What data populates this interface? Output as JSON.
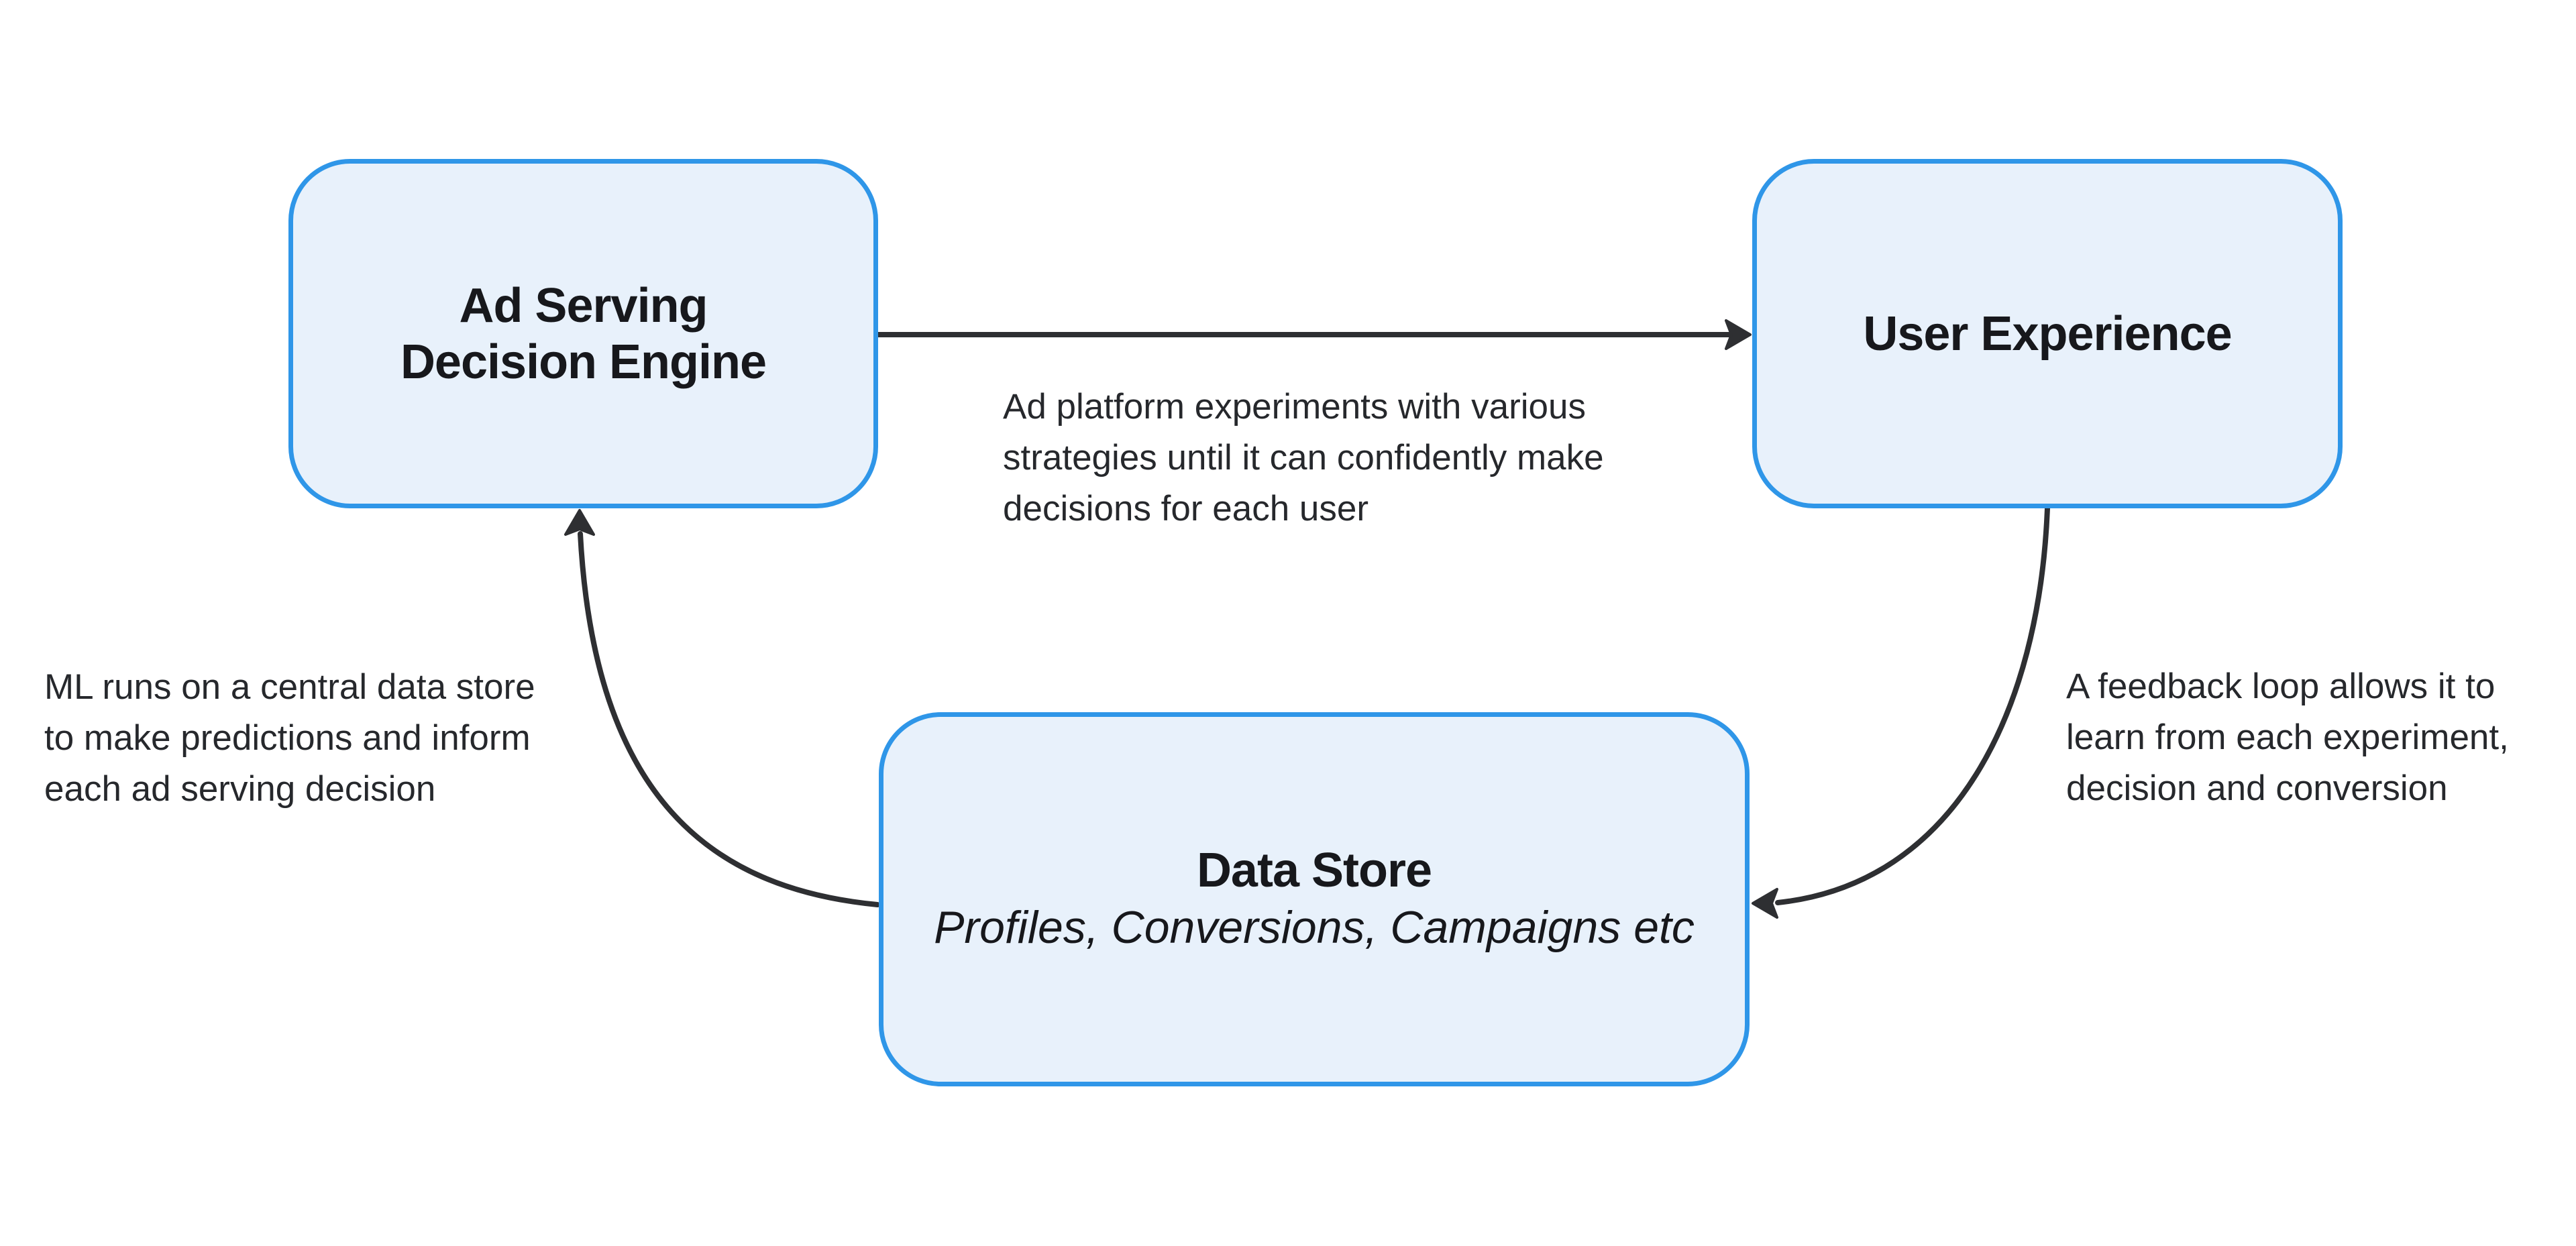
{
  "diagram": {
    "colors": {
      "background": "#ffffff",
      "node_fill": "#e8f1fb",
      "node_border": "#2f96e8",
      "arrow": "#2e2f32",
      "label_text": "#17181c",
      "annotation_text": "#26282c"
    },
    "nodes": {
      "ad_serving_engine": {
        "label_line1": "Ad Serving",
        "label_line2": "Decision Engine"
      },
      "user_experience": {
        "label": "User Experience"
      },
      "data_store": {
        "title": "Data Store",
        "subtitle": "Profiles, Conversions, Campaigns etc"
      }
    },
    "edges": [
      {
        "from": "ad_serving_engine",
        "to": "user_experience",
        "style": "straight-right-arrow"
      },
      {
        "from": "user_experience",
        "to": "data_store",
        "style": "curved-down-left-arrow"
      },
      {
        "from": "data_store",
        "to": "ad_serving_engine",
        "style": "curved-up-left-arrow"
      }
    ],
    "annotations": {
      "experiment": {
        "lines": [
          "Ad platform experiments with various",
          "strategies until it can confidently make",
          "decisions for each user"
        ]
      },
      "feedback": {
        "lines": [
          "A feedback loop allows it to",
          "learn from each experiment,",
          "decision and conversion"
        ]
      },
      "ml": {
        "lines": [
          "ML runs on a central data store",
          "to make predictions and inform",
          "each ad serving decision"
        ]
      }
    }
  }
}
